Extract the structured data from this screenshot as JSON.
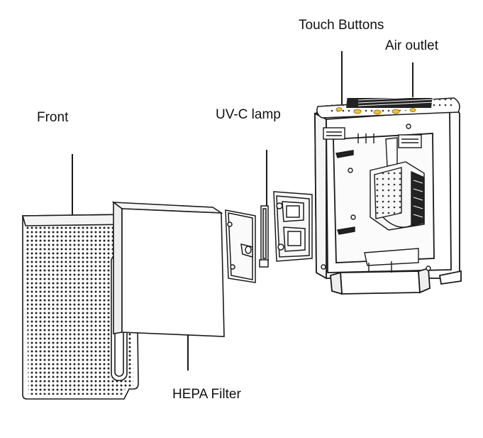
{
  "labels": {
    "touch_buttons": "Touch Buttons",
    "air_outlet": "Air outlet",
    "front": "Front",
    "uv_c_lamp": "UV-C lamp",
    "hepa_filter": "HEPA Filter"
  },
  "colors": {
    "line": "#1a1a1a",
    "button_dot": "#f2c230",
    "background": "#ffffff"
  }
}
